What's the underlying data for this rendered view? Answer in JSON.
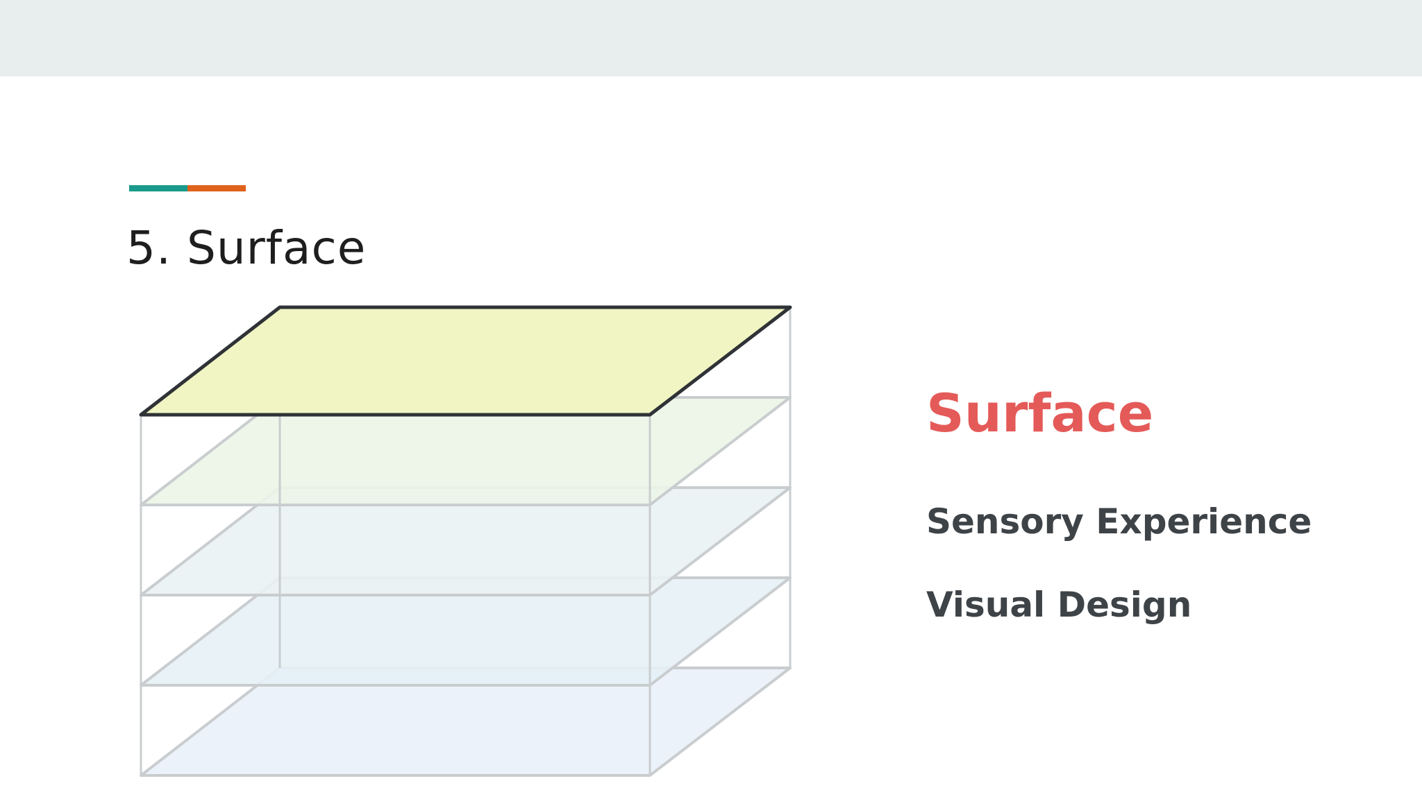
{
  "slide": {
    "title": "5. Surface"
  },
  "accent_colors": [
    "#1a9a8c",
    "#e0621c"
  ],
  "diagram": {
    "layers_total": 5,
    "highlighted_layer": 1,
    "highlight_color": "#f0f5c3",
    "layer_colors": [
      "#f0f5c3",
      "#ecf5e8",
      "#eaf2f3",
      "#e6f1f6",
      "#e9f1fa"
    ]
  },
  "layer_info": {
    "heading": "Surface",
    "heading_color": "#e45a58",
    "items": [
      "Sensory Experience",
      "Visual Design"
    ]
  }
}
